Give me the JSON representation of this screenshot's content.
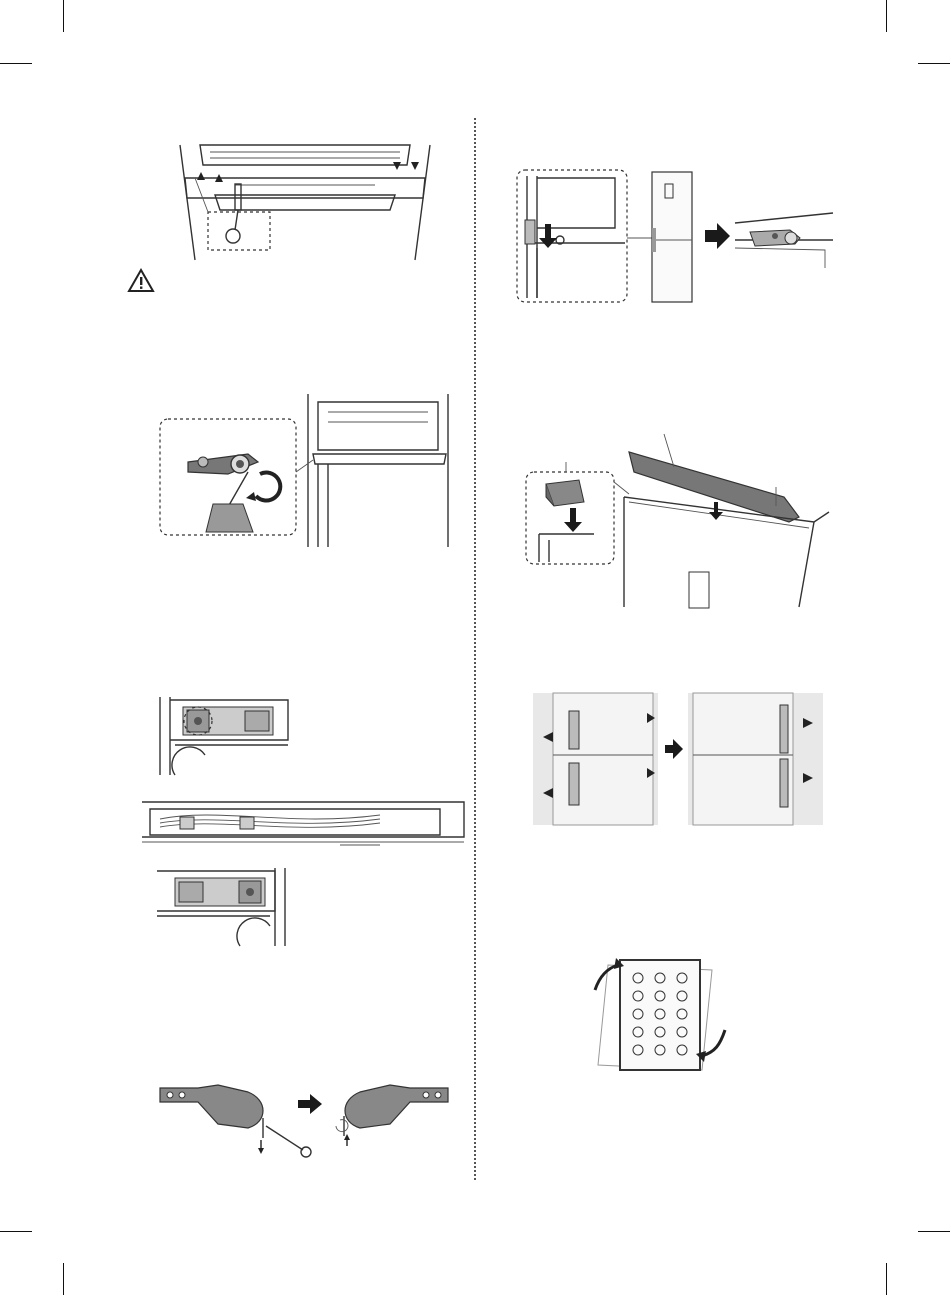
{
  "page": {
    "background": "#ffffff",
    "line_color": "#333333",
    "arrow_color": "#1a1a1a"
  },
  "left_column": {
    "figures": [
      {
        "name": "top-cover-screws",
        "icon": "fridge-top-screws-illustration"
      },
      {
        "name": "warning",
        "icon": "warning-triangle-icon"
      },
      {
        "name": "hinge-unscrew",
        "icon": "hinge-screwdriver-illustration"
      },
      {
        "name": "hinge-cover-front",
        "icon": "hinge-cover-illustration"
      },
      {
        "name": "wiring-harness",
        "icon": "wire-harness-illustration"
      },
      {
        "name": "hinge-cover-reversed",
        "icon": "hinge-cover-illustration"
      },
      {
        "name": "hinge-pin-swap",
        "icon": "hinge-pin-wrench-illustration"
      }
    ]
  },
  "right_column": {
    "figures": [
      {
        "name": "lower-hinge-transfer",
        "icon": "fridge-hinge-transfer-illustration"
      },
      {
        "name": "top-cover-install",
        "icon": "top-cover-install-illustration"
      },
      {
        "name": "handle-swap",
        "icon": "door-handle-swap-illustration"
      },
      {
        "name": "door-rotate",
        "icon": "door-rotate-illustration"
      }
    ]
  }
}
